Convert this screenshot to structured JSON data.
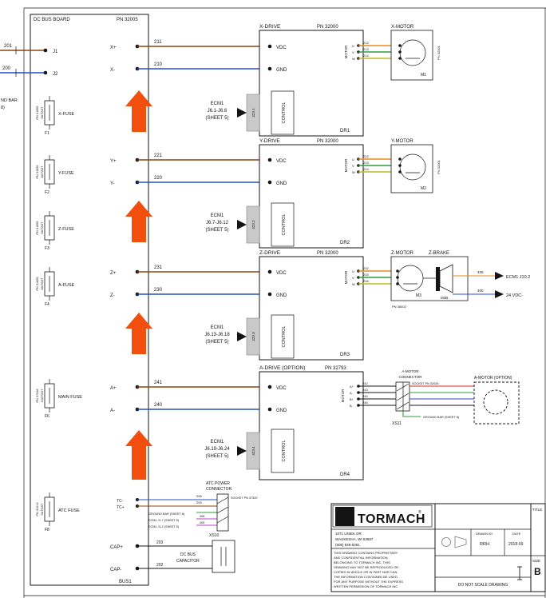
{
  "colors": {
    "brown": "#8B4513",
    "blue": "#2A4FC8",
    "orange": "#E8871E",
    "green": "#2E9C40",
    "yellow": "#C4B820",
    "violet": "#BB44CC",
    "red": "#D42A2A",
    "black": "#1A1A1A",
    "arrow": "#F24E0D",
    "ribbon_gray": "#C9C9C9"
  },
  "board": {
    "title": "DC BUS BOARD",
    "pn": "PN 32005",
    "bus": "BUS1",
    "inputs": [
      {
        "wire": "201",
        "label": "J1"
      },
      {
        "wire": "200",
        "label": "J2"
      }
    ],
    "edge_note": [
      "ND BAR",
      "8)"
    ],
    "fuses": [
      {
        "name": "X-FUSE",
        "ref": "F1",
        "pn1": "PN 31655",
        "pn2": "8A FAST"
      },
      {
        "name": "Y-FUSE",
        "ref": "F2",
        "pn1": "PN 31655",
        "pn2": "8A FAST"
      },
      {
        "name": "Z-FUSE",
        "ref": "F3",
        "pn1": "PN 31655",
        "pn2": "8A FAST"
      },
      {
        "name": "A-FUSE",
        "ref": "F4",
        "pn1": "PN 31655",
        "pn2": "8A FAST"
      },
      {
        "name": "MAIN FUSE",
        "ref": "F6",
        "pn1": "PN 37948",
        "pn2": "10A FAST"
      },
      {
        "name": "ATC FUSE",
        "ref": "F8",
        "pn1": "PN 31013",
        "pn2": "5A FAST"
      }
    ],
    "terminals": [
      {
        "t": "X+",
        "w": "211"
      },
      {
        "t": "X-",
        "w": "210"
      },
      {
        "t": "Y+",
        "w": "221"
      },
      {
        "t": "Y-",
        "w": "220"
      },
      {
        "t": "Z+",
        "w": "231"
      },
      {
        "t": "Z-",
        "w": "230"
      },
      {
        "t": "A+",
        "w": "241"
      },
      {
        "t": "A-",
        "w": "240"
      }
    ],
    "tc": [
      {
        "t": "TC-",
        "w": "206"
      },
      {
        "t": "TC+",
        "w": "205"
      }
    ],
    "cap": [
      {
        "t": "CAP+",
        "w": "203"
      },
      {
        "t": "CAP-",
        "w": "202"
      }
    ]
  },
  "drives": [
    {
      "title": "X-DRIVE",
      "pn": "PN 32000",
      "dr": "DR1",
      "vdc": "VDC",
      "gnd": "GND",
      "control": "CONTROL",
      "motor": "MOTOR",
      "ribbon": "423.1",
      "ecm": [
        "ECM1",
        "J6.1-J6.6",
        "(SHEET 5)"
      ],
      "pins": [
        "U",
        "V",
        "W"
      ],
      "wires": [
        "212",
        "213",
        "214"
      ]
    },
    {
      "title": "Y-DRIVE",
      "pn": "PN 32000",
      "dr": "DR2",
      "vdc": "VDC",
      "gnd": "GND",
      "control": "CONTROL",
      "motor": "MOTOR",
      "ribbon": "423.2",
      "ecm": [
        "ECM1",
        "J6.7-J6.12",
        "(SHEET 5)"
      ],
      "pins": [
        "U",
        "V",
        "W"
      ],
      "wires": [
        "222",
        "223",
        "224"
      ]
    },
    {
      "title": "Z-DRIVE",
      "pn": "PN 32000",
      "dr": "DR3",
      "vdc": "VDC",
      "gnd": "GND",
      "control": "CONTROL",
      "motor": "MOTOR",
      "ribbon": "423.3",
      "ecm": [
        "ECM1",
        "J6.13-J6.18",
        "(SHEET 5)"
      ],
      "pins": [
        "U",
        "V",
        "W"
      ],
      "wires": [
        "232",
        "233",
        "234"
      ]
    },
    {
      "title": "A-DRIVE (OPTION)",
      "pn": "PN 32793",
      "dr": "DR4",
      "vdc": "VDC",
      "gnd": "GND",
      "control": "CONTROL",
      "motor": "MOTOR",
      "ribbon": "423.4",
      "ecm": [
        "ECM1",
        "J6.19-J6.24",
        "(SHEET 5)"
      ],
      "pins": [
        "A+",
        "A-",
        "B+",
        "B-"
      ],
      "wires": [
        "242",
        "243",
        "244",
        "245"
      ]
    }
  ],
  "motors": [
    {
      "title": "X-MOTOR",
      "ref": "M1",
      "pn": "PN 32001"
    },
    {
      "title": "Y-MOTOR",
      "ref": "M2",
      "pn": "PN 32001"
    },
    {
      "title": "Z-MOTOR",
      "ref": "M3",
      "pn": "PN 38402"
    }
  ],
  "brake": {
    "title": "Z-BRAKE",
    "ref": "M3B",
    "w1": "435",
    "d1": "ECM1 J10.2",
    "w2": "400",
    "d2": "24 VDC-"
  },
  "amotor": {
    "l1": "A-MOTOR",
    "l2": "CONNECTOR",
    "socket": "SOCKET PN 32026",
    "xs": "XS11",
    "gnd": "GROUND BAR (SHEET 8)",
    "option": "A-MOTOR (OPTION)"
  },
  "atc": {
    "l1": "ATC POWER",
    "l2": "CONNECTOR",
    "socket": "SOCKET PN 37300",
    "xs": "XS10",
    "refs": [
      "GROUND BAR (SHEET 8)",
      "ECM1 J1.7 (SHEET 5)",
      "ECM1 J1.2 (SHEET 5)"
    ],
    "w1": "408",
    "w2": "405"
  },
  "capacitor": {
    "l1": "DC BUS",
    "l2": "CAPACITOR"
  },
  "titleblock": {
    "gear": "⚙",
    "brand": "TORMACH",
    "reg": "®",
    "address": [
      "1071 UNIEK DR",
      "WAUKESHA, WI 53597",
      "(608) 849-8381"
    ],
    "notice": [
      "THIS DRAWING CONTAINS PROPRIETARY",
      "AND CONFIDENTIAL INFORMATION",
      "BELONGING TO TORMACH INC. THIS",
      "DRAWING MAY NOT BE REPRODUCED OR",
      "COPIED IN WHOLE OR IN PART NOR CAN",
      "THE INFORMATION CONTAINED BE USED",
      "FOR ANY PURPOSE WITHOUT THE EXPRESS",
      "WRITTEN PERMISSION OF TORMACH INC"
    ],
    "drawn_by_label": "DRAWN BY",
    "drawn_by": "RRH",
    "date_label": "DATE",
    "date": "2018-09",
    "title_label": "TITLE",
    "size_label": "SIZE",
    "size": "B",
    "no_scale": "DO NOT SCALE DRAWING"
  }
}
